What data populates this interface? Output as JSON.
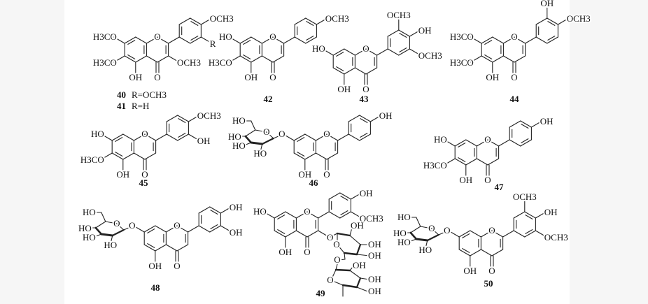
{
  "figure": {
    "compounds": [
      {
        "number": "40",
        "caption": "R=OCH3",
        "number2": "41",
        "caption2": "R=H",
        "labels": {
          "C7": "H3CO",
          "C6": "H3CO",
          "C5": "OH",
          "CO": "O",
          "O1": "O",
          "C3": "OCH3",
          "B4": "OCH3",
          "B3": "R"
        }
      },
      {
        "number": "42",
        "labels": {
          "C7": "HO",
          "C6": "H3CO",
          "C5": "OH",
          "CO": "O",
          "O1": "O",
          "B4": "OCH3"
        }
      },
      {
        "number": "43",
        "labels": {
          "C7": "HO",
          "C5": "OH",
          "CO": "O",
          "O1": "O",
          "B5": "OCH3",
          "B4": "OH",
          "B3": "OCH3"
        }
      },
      {
        "number": "44",
        "labels": {
          "C7": "H3CO",
          "C6": "H3CO",
          "C5": "OH",
          "CO": "O",
          "O1": "O",
          "B5": "OH",
          "B4": "OCH3"
        }
      },
      {
        "number": "45",
        "labels": {
          "C7": "HO",
          "C6": "H3CO",
          "C5": "OH",
          "CO": "O",
          "O1": "O",
          "B4": "OCH3",
          "B3": "OH"
        }
      },
      {
        "number": "46",
        "labels": {
          "G7": "O",
          "C5": "OH",
          "CO": "O",
          "O1": "O",
          "B4": "OH"
        },
        "sugar": {
          "ring_o": "O",
          "oh6": "HO",
          "oh4": "HO",
          "oh3": "HO",
          "oh2": "HO"
        }
      },
      {
        "number": "47",
        "labels": {
          "C7": "HO",
          "C6": "H3CO",
          "C5": "OH",
          "CO": "O",
          "O1": "O",
          "B4": "OH"
        }
      },
      {
        "number": "48",
        "labels": {
          "G7": "O",
          "C5": "OH",
          "CO": "O",
          "O1": "O",
          "B4": "OH",
          "B3": "OH"
        },
        "sugar": {
          "ring_o": "O",
          "oh6": "HO",
          "oh4": "HO",
          "oh3": "HO",
          "oh2": "HO"
        }
      },
      {
        "number": "49",
        "labels": {
          "C7": "HO",
          "C5": "OH",
          "CO": "O",
          "O1": "O",
          "C3": "O",
          "B4": "OH",
          "B3": "OCH3"
        },
        "glucose": {
          "ring_o": "O",
          "oh2": "OH",
          "oh3": "OH",
          "oh4": "OH",
          "o6": "O"
        },
        "rhamnose": {
          "ring_o": "O",
          "oh2": "OH",
          "oh3": "OH",
          "oh4": "OH"
        }
      },
      {
        "number": "50",
        "labels": {
          "G7": "O",
          "C5": "OH",
          "CO": "O",
          "O1": "O",
          "B5": "OCH3",
          "B4": "OH",
          "B3": "OCH3"
        },
        "sugar": {
          "ring_o": "O",
          "oh6": "HO",
          "oh4": "HO",
          "oh3": "HO",
          "oh2": "HO"
        }
      }
    ]
  }
}
